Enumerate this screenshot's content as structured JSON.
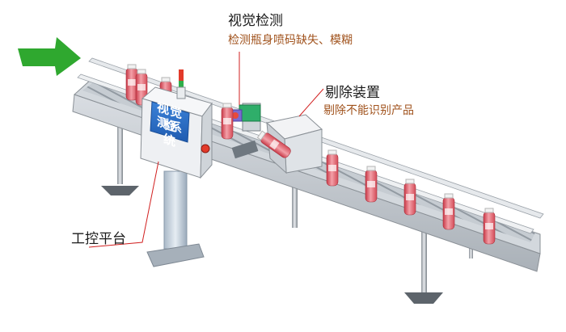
{
  "labels": {
    "vision_title": "视觉检测",
    "vision_desc": "检测瓶身喷码缺失、模糊",
    "reject_title": "剔除装置",
    "reject_desc": "剔除不能识别产品",
    "platform_title": "工控平台",
    "screen_line1": "视觉检",
    "screen_line2": "测系统"
  },
  "colors": {
    "arrow": "#2fa82f",
    "callout_line": "#d11f1f",
    "belt_top": "#c9ced4",
    "rail": "#e3e6ea",
    "cabinet": "#eef0f3",
    "screen": "#2a6fc9",
    "bottle": "#e85a66",
    "label_sub": "#a0521c"
  },
  "icons": {
    "flow_arrow": "green-right-arrow-icon",
    "signal_light": "tower-light-icon",
    "camera": "camera-icon"
  }
}
